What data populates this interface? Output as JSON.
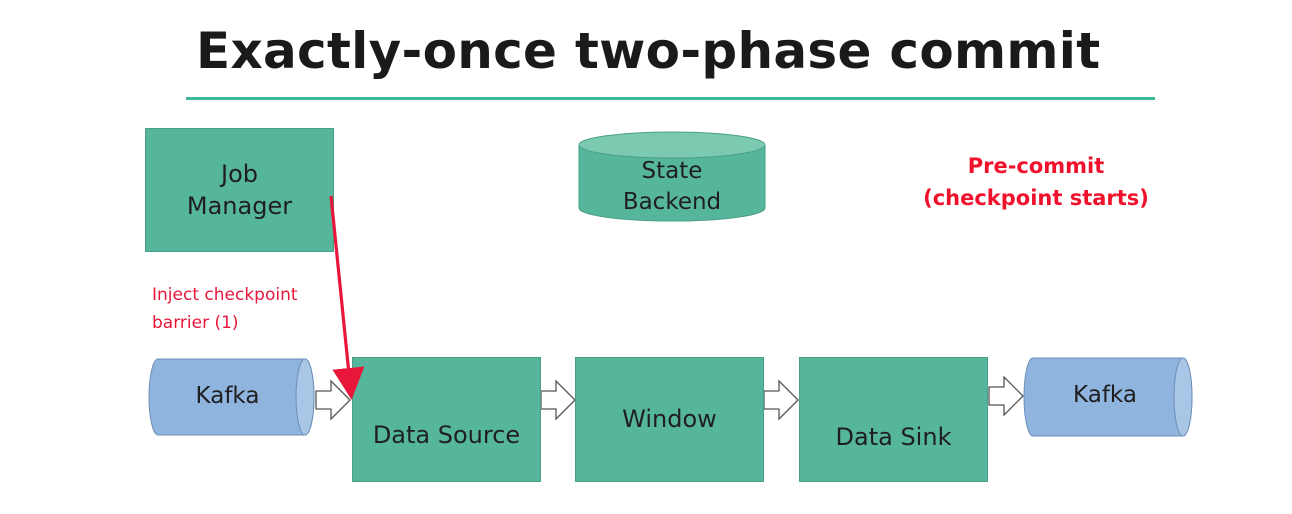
{
  "title": "Exactly-once two-phase commit",
  "nodes": {
    "job_manager": "Job\nManager",
    "state_backend": "State\nBackend",
    "kafka_in": "Kafka",
    "data_source": "Data Source",
    "window": "Window",
    "data_sink": "Data Sink",
    "kafka_out": "Kafka"
  },
  "annotations": {
    "inject": "Inject checkpoint\nbarrier (1)",
    "phase": "Pre-commit\n(checkpoint starts)"
  },
  "colors": {
    "operator_box": "#56b69b",
    "kafka_cylinder": "#8fb4de",
    "state_cylinder": "#56b69b",
    "highlight_red": "#f0122d",
    "rule": "#3fb59a"
  }
}
